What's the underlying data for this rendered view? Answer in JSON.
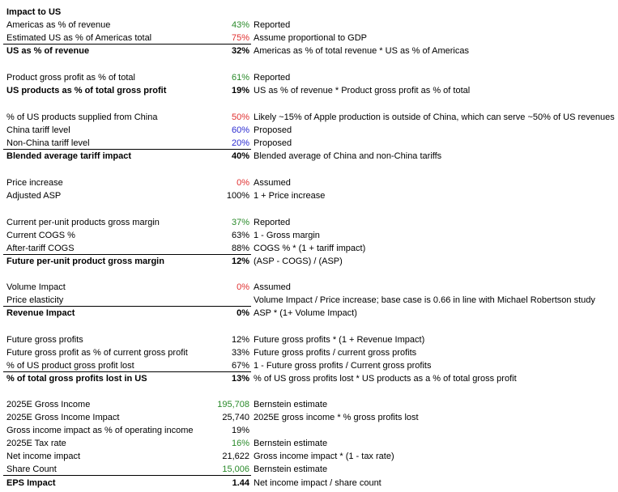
{
  "colors": {
    "green": "#2a8a2a",
    "red": "#e03030",
    "blue": "#2a2ad0",
    "black": "#000000"
  },
  "title": "Impact to US",
  "rows": [
    {
      "label": "Americas as % of revenue",
      "value": "43%",
      "color": "green",
      "note": "Reported"
    },
    {
      "label": "Estimated US as % of Americas total",
      "value": "75%",
      "color": "red",
      "note": "Assume proportional to GDP"
    },
    {
      "label": "US as % of revenue",
      "value": "32%",
      "color": "black",
      "note": "Americas as % of total revenue * US as % of Americas"
    },
    {
      "label": "Product gross profit as % of total",
      "value": "61%",
      "color": "green",
      "note": "Reported"
    },
    {
      "label": "US products as % of total gross profit",
      "value": "19%",
      "color": "black",
      "note": "US as % of revenue * Product gross profit as % of total"
    },
    {
      "label": "% of US products supplied from China",
      "value": "50%",
      "color": "red",
      "note": "Likely ~15% of Apple production is outside of China, which can serve ~50% of US revenues"
    },
    {
      "label": "China tariff level",
      "value": "60%",
      "color": "blue",
      "note": "Proposed"
    },
    {
      "label": "Non-China tariff level",
      "value": "20%",
      "color": "blue",
      "note": "Proposed"
    },
    {
      "label": "Blended average tariff impact",
      "value": "40%",
      "color": "black",
      "note": "Blended average of China and non-China tariffs"
    },
    {
      "label": "Price increase",
      "value": "0%",
      "color": "red",
      "note": "Assumed"
    },
    {
      "label": "Adjusted ASP",
      "value": "100%",
      "color": "black",
      "note": "1 + Price increase"
    },
    {
      "label": "Current per-unit products gross margin",
      "value": "37%",
      "color": "green",
      "note": "Reported"
    },
    {
      "label": "Current COGS %",
      "value": "63%",
      "color": "black",
      "note": "1 - Gross margin"
    },
    {
      "label": "After-tariff COGS",
      "value": "88%",
      "color": "black",
      "note": "COGS % * (1 + tariff impact)"
    },
    {
      "label": "Future per-unit product gross margin",
      "value": "12%",
      "color": "black",
      "note": "(ASP - COGS) / (ASP)"
    },
    {
      "label": "Volume Impact",
      "value": "0%",
      "color": "red",
      "note": "Assumed"
    },
    {
      "label": "Price elasticity",
      "value": "",
      "color": "black",
      "note": "Volume Impact / Price increase; base case is 0.66 in line with Michael Robertson study"
    },
    {
      "label": "Revenue Impact",
      "value": "0%",
      "color": "black",
      "note": "ASP * (1+ Volume Impact)"
    },
    {
      "label": "Future gross profits",
      "value": "12%",
      "color": "black",
      "note": "Future gross profits * (1 + Revenue Impact)"
    },
    {
      "label": "Future gross profit as % of current gross profit",
      "value": "33%",
      "color": "black",
      "note": "Future gross profits / current gross profits"
    },
    {
      "label": "% of US product gross profit lost",
      "value": "67%",
      "color": "black",
      "note": "1 - Future gross profits / Current gross profits"
    },
    {
      "label": "% of total gross profits lost in US",
      "value": "13%",
      "color": "black",
      "note": "% of US gross profits lost * US products as a % of total gross profit"
    },
    {
      "label": "2025E Gross Income",
      "value": "195,708",
      "color": "green",
      "note": "Bernstein estimate"
    },
    {
      "label": "2025E Gross Income Impact",
      "value": "25,740",
      "color": "black",
      "note": "2025E gross income * % gross profits lost"
    },
    {
      "label": "Gross income impact as % of operating income",
      "value": "19%",
      "color": "black",
      "note": ""
    },
    {
      "label": "2025E Tax rate",
      "value": "16%",
      "color": "green",
      "note": "Bernstein estimate"
    },
    {
      "label": "Net income impact",
      "value": "21,622",
      "color": "black",
      "note": "Gross income impact * (1 - tax rate)"
    },
    {
      "label": "Share Count",
      "value": "15,006",
      "color": "green",
      "note": "Bernstein estimate"
    },
    {
      "label": "EPS Impact",
      "value": "1.44",
      "color": "black",
      "note": "Net income impact / share count"
    }
  ]
}
